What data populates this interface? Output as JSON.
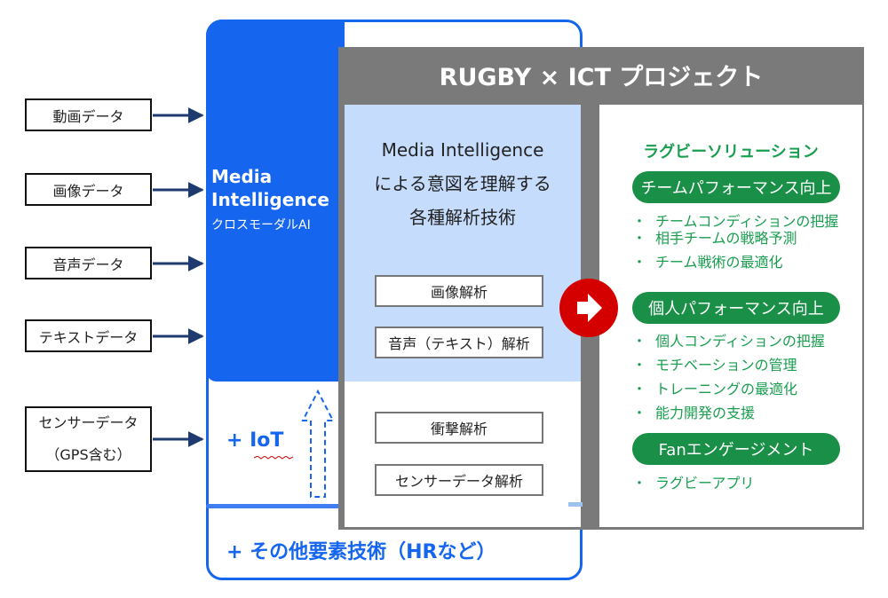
{
  "inputs": [
    {
      "label": "動画データ"
    },
    {
      "label": "画像データ"
    },
    {
      "label": "音声データ"
    },
    {
      "label": "テキストデータ"
    },
    {
      "label_line1": "センサーデータ",
      "label_line2": "（GPS含む）"
    }
  ],
  "media_intelligence": {
    "title_line1": "Media",
    "title_line2": "Intelligence",
    "subtitle": "クロスモーダルAI"
  },
  "iot": "+ IoT",
  "other_tech": "+ その他要素技術（HRなど）",
  "project": {
    "title": "RUGBY × ICT プロジェクト",
    "center_text": [
      "Media Intelligence",
      "による意図を理解する",
      "各種解析技術"
    ],
    "analyses_media": [
      "画像解析",
      "音声（テキスト）解析"
    ],
    "analyses_sensor": [
      "衝撃解析",
      "センサーデータ解析"
    ]
  },
  "solutions": {
    "title": "ラグビーソリューション",
    "groups": [
      {
        "name": "チームパフォーマンス向上",
        "items": [
          "チームコンディションの把握",
          "相手チームの戦略予測",
          "チーム戦術の最適化"
        ]
      },
      {
        "name": "個人パフォーマンス向上",
        "items": [
          "個人コンディションの把握",
          "モチベーションの管理",
          "トレーニングの最適化",
          "能力開発の支援"
        ]
      },
      {
        "name": "Fanエンゲージメント",
        "items": [
          "ラグビーアプリ"
        ]
      }
    ],
    "bullet_char": "・"
  },
  "colors": {
    "blue": "#1565ee",
    "green": "#1a8f48",
    "gray": "#7a7a7a",
    "red": "#d40000",
    "light_blue": "#c5dcfd"
  }
}
